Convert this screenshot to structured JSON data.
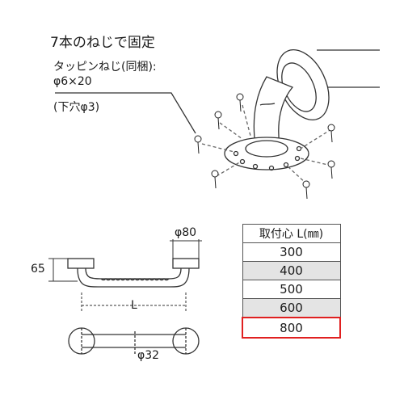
{
  "notes": {
    "title": "7本のねじで固定",
    "screw_label": "タッピンねじ(同梱):",
    "screw_size": "φ6×20",
    "pilot_hole": "(下穴φ3)"
  },
  "dims": {
    "flange_dia": "φ80",
    "height": "65",
    "center_L": "L",
    "bar_dia": "φ32"
  },
  "spec_table": {
    "header": "取付心 L(㎜)",
    "rows": [
      {
        "value": "300",
        "shaded": false,
        "selected": false
      },
      {
        "value": "400",
        "shaded": true,
        "selected": false
      },
      {
        "value": "500",
        "shaded": false,
        "selected": false
      },
      {
        "value": "600",
        "shaded": true,
        "selected": false
      },
      {
        "value": "800",
        "shaded": false,
        "selected": true
      }
    ],
    "highlight_color": "#e02020"
  }
}
